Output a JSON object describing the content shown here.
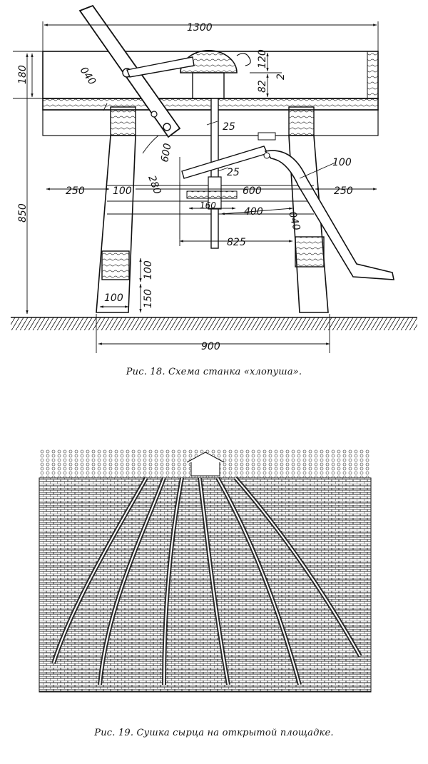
{
  "figure18": {
    "caption": "Рис. 18. Схема станка «хлопуша».",
    "dims": {
      "d1300": "1300",
      "d180": "180",
      "d120": "120",
      "d2": "2",
      "d82": "82",
      "d40a": "040",
      "d40b": "040",
      "d25a": "25",
      "d25b": "25",
      "d280": "280",
      "d600a": "600",
      "d600b": "600",
      "d100a": "100",
      "d100b": "100",
      "d100c": "100",
      "d100d": "100",
      "d250a": "250",
      "d250b": "250",
      "d160": "160",
      "d400": "400",
      "d825": "825",
      "d850": "850",
      "d150": "150",
      "d900": "900"
    }
  },
  "figure19": {
    "caption": "Рис. 19. Сушка сырца на открытой площадке."
  }
}
